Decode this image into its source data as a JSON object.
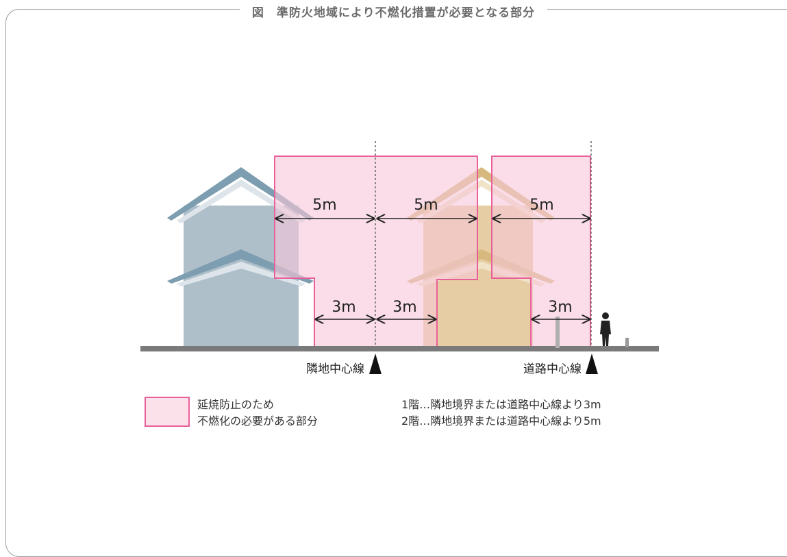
{
  "title": "図　準防火地域により不燃化措置が必要となる部分",
  "diagram": {
    "dimensions": [
      "5m",
      "5m",
      "5m",
      "3m",
      "3m",
      "3m"
    ],
    "center_lines": [
      "隣地中心線",
      "道路中心線"
    ]
  },
  "legend": {
    "line1": "延焼防止のため",
    "line2": "不燃化の必要がある部分"
  },
  "notes": [
    "1階…隣地境界または道路中心線より3m",
    "2階…隣地境界または道路中心線より5m"
  ],
  "colors": {
    "house_left": "#a8bcc8",
    "house_right": "#e6cca0",
    "zone_fill": "#fbe1ea",
    "zone_stroke": "#e8609a",
    "ground": "#7a7a7a"
  }
}
